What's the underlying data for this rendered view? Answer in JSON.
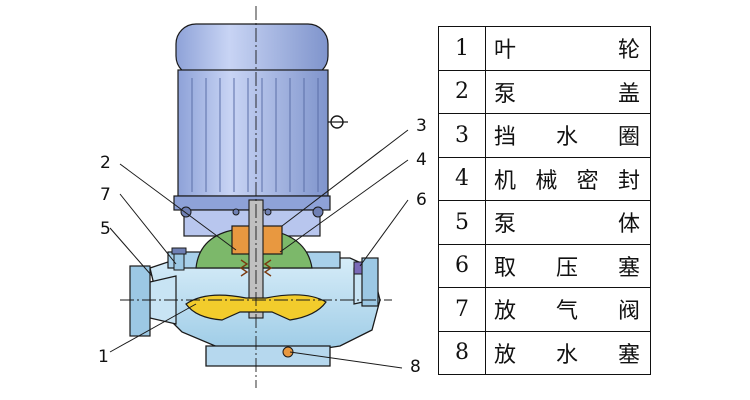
{
  "diagram": {
    "callouts": [
      {
        "number": "2"
      },
      {
        "number": "7"
      },
      {
        "number": "5"
      },
      {
        "number": "1"
      },
      {
        "number": "3"
      },
      {
        "number": "4"
      },
      {
        "number": "6"
      },
      {
        "number": "8"
      }
    ],
    "colors": {
      "motor": "#a6b8e8",
      "pump_body": "#bfe0f2",
      "impeller": "#f2cc2c",
      "seal": "#e89840",
      "cap": "#7cb86a",
      "outline": "#1a1a1a"
    }
  },
  "legend": {
    "rows": [
      {
        "num": "1",
        "name": "叶轮"
      },
      {
        "num": "2",
        "name": "泵盖"
      },
      {
        "num": "3",
        "name": "挡水圈"
      },
      {
        "num": "4",
        "name": "机械密封"
      },
      {
        "num": "5",
        "name": "泵体"
      },
      {
        "num": "6",
        "name": "取压塞"
      },
      {
        "num": "7",
        "name": "放气阀"
      },
      {
        "num": "8",
        "name": "放水塞"
      }
    ]
  }
}
